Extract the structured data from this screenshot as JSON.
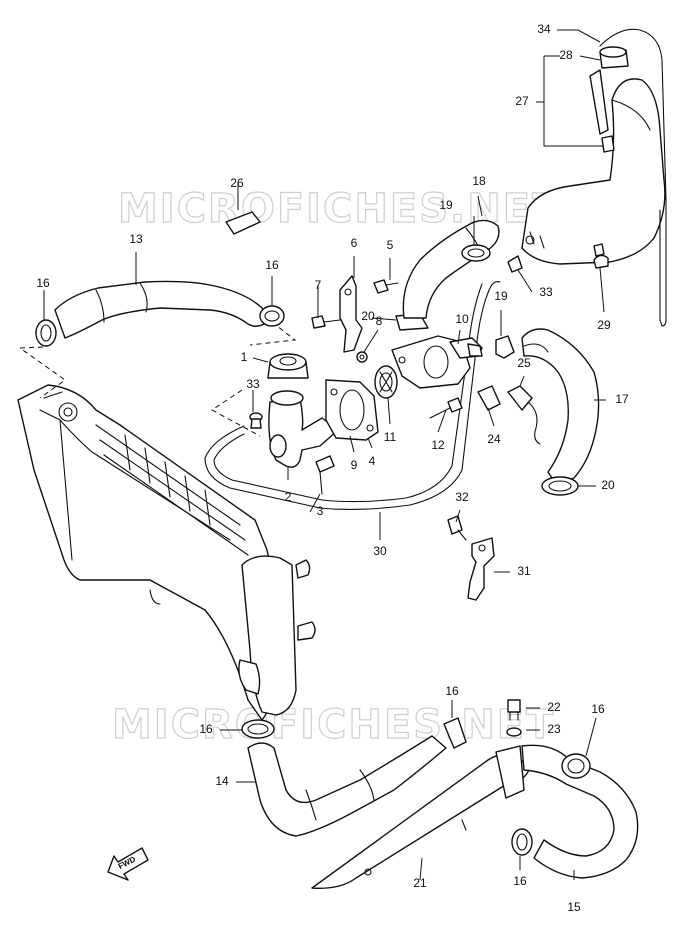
{
  "watermark": "MICROFICHES.NET",
  "fwd_label": "FWD",
  "callouts": {
    "c1": "1",
    "c2": "2",
    "c3": "3",
    "c4": "4",
    "c5": "5",
    "c6": "6",
    "c7": "7",
    "c8": "8",
    "c9": "9",
    "c10": "10",
    "c11": "11",
    "c12": "12",
    "c13": "13",
    "c14": "14",
    "c15": "15",
    "c16a": "16",
    "c16b": "16",
    "c16c": "16",
    "c16d": "16",
    "c16e": "16",
    "c16f": "16",
    "c17": "17",
    "c18": "18",
    "c19a": "19",
    "c19b": "19",
    "c20a": "20",
    "c20b": "20",
    "c21": "21",
    "c22": "22",
    "c23": "23",
    "c24": "24",
    "c25": "25",
    "c26": "26",
    "c27": "27",
    "c28": "28",
    "c29": "29",
    "c30": "30",
    "c31": "31",
    "c32": "32",
    "c33a": "33",
    "c33b": "33",
    "c34": "34"
  }
}
